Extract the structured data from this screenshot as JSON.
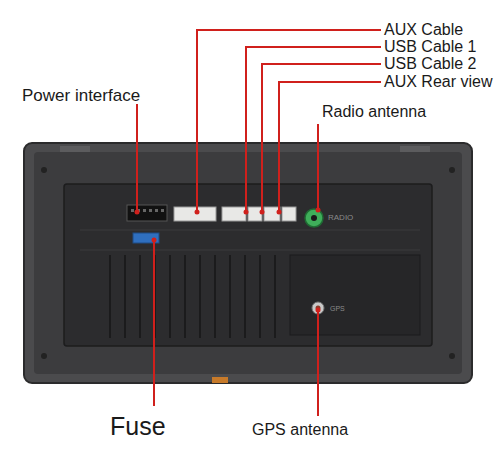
{
  "diagram": {
    "labels": [
      "AUX Cable",
      "USB Cable 1",
      "USB Cable 2",
      "AUX Rear view",
      "Power interface",
      "Radio antenna",
      "RADIO",
      "GPS",
      "Fuse",
      "GPS antenna"
    ]
  }
}
